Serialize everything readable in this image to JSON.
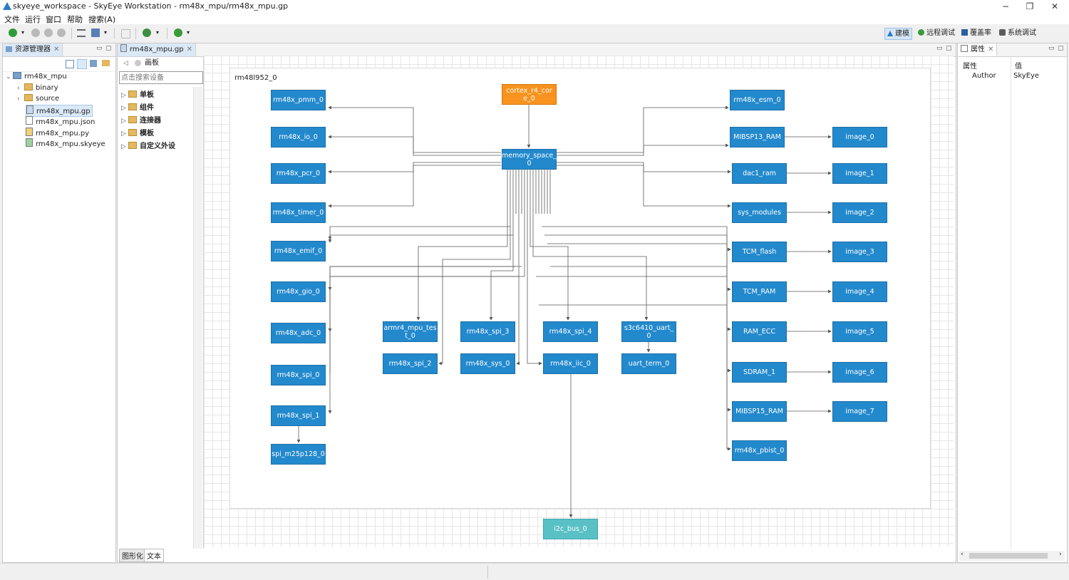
{
  "window": {
    "title": "skyeye_workspace - SkyEye Workstation - rm48x_mpu/rm48x_mpu.gp",
    "minimize": "−",
    "restore": "❐",
    "close": "✕"
  },
  "menu": [
    "文件",
    "运行",
    "窗口",
    "帮助",
    "搜索(A)"
  ],
  "perspectives": [
    {
      "label": "建模",
      "active": true
    },
    {
      "label": "远程调试",
      "active": false
    },
    {
      "label": "覆盖率",
      "active": false
    },
    {
      "label": "系统调试",
      "active": false
    }
  ],
  "explorer": {
    "tab": "资源管理器",
    "tree": [
      {
        "label": "rm48x_mpu",
        "level": 0,
        "icon": "project-icon",
        "expanded": true
      },
      {
        "label": "binary",
        "level": 1,
        "icon": "folder-icon",
        "expanded": false
      },
      {
        "label": "source",
        "level": 1,
        "icon": "folder-icon",
        "expanded": false
      },
      {
        "label": "rm48x_mpu.gp",
        "level": 1,
        "icon": "gp-file-icon",
        "selected": true
      },
      {
        "label": "rm48x_mpu.json",
        "level": 1,
        "icon": "json-file-icon"
      },
      {
        "label": "rm48x_mpu.py",
        "level": 1,
        "icon": "python-file-icon"
      },
      {
        "label": "rm48x_mpu.skyeye",
        "level": 1,
        "icon": "skyeye-file-icon"
      }
    ]
  },
  "editor": {
    "tab": "rm48x_mpu.gp",
    "palette": {
      "header": "画板",
      "search_placeholder": "点击搜索设备",
      "groups": [
        "单板",
        "组件",
        "连接器",
        "模板",
        "自定义外设"
      ]
    },
    "bottom_tabs": [
      "图形化",
      "文本"
    ],
    "board_label": "rm48l952_0"
  },
  "diagram": {
    "nodes": [
      {
        "id": "cortex",
        "label": "cortex_r4_core_0",
        "lines": [
          "cortex_r4_cor",
          "e_0"
        ],
        "color": "orange"
      },
      {
        "id": "mem",
        "lines": [
          "memory_space_",
          "0"
        ],
        "label": "memory_space_0"
      },
      {
        "id": "pmm",
        "lines": [
          "rm48x_pmm_0"
        ]
      },
      {
        "id": "io",
        "lines": [
          "rm48x_io_0"
        ]
      },
      {
        "id": "pcr",
        "lines": [
          "rm48x_pcr_0"
        ]
      },
      {
        "id": "timer",
        "lines": [
          "rm48x_timer_0"
        ]
      },
      {
        "id": "emif",
        "lines": [
          "rm48x_emif_0"
        ]
      },
      {
        "id": "gio",
        "lines": [
          "rm48x_gio_0"
        ]
      },
      {
        "id": "adc",
        "lines": [
          "rm48x_adc_0"
        ]
      },
      {
        "id": "spi0",
        "lines": [
          "rm48x_spi_0"
        ]
      },
      {
        "id": "spi1",
        "lines": [
          "rm48x_spi_1"
        ]
      },
      {
        "id": "m25",
        "lines": [
          "spi_m25p128_0"
        ]
      },
      {
        "id": "armr4",
        "lines": [
          "armr4_mpu_tes",
          "t_0"
        ]
      },
      {
        "id": "spi2",
        "lines": [
          "rm48x_spi_2"
        ]
      },
      {
        "id": "spi3",
        "lines": [
          "rm48x_spi_3"
        ]
      },
      {
        "id": "sys",
        "lines": [
          "rm48x_sys_0"
        ]
      },
      {
        "id": "spi4",
        "lines": [
          "rm48x_spi_4"
        ]
      },
      {
        "id": "iic",
        "lines": [
          "rm48x_iic_0"
        ]
      },
      {
        "id": "uart",
        "lines": [
          "s3c6410_uart_",
          "0"
        ]
      },
      {
        "id": "uterm",
        "lines": [
          "uart_term_0"
        ]
      },
      {
        "id": "i2c",
        "lines": [
          "i2c_bus_0"
        ],
        "color": "teal"
      },
      {
        "id": "esm",
        "lines": [
          "rm48x_esm_0"
        ]
      },
      {
        "id": "mib13",
        "lines": [
          "MIBSP13_RAM"
        ]
      },
      {
        "id": "dac1",
        "lines": [
          "dac1_ram"
        ]
      },
      {
        "id": "sysmod",
        "lines": [
          "sys_modules"
        ]
      },
      {
        "id": "tcmf",
        "lines": [
          "TCM_flash"
        ]
      },
      {
        "id": "tcmr",
        "lines": [
          "TCM_RAM"
        ]
      },
      {
        "id": "ramecc",
        "lines": [
          "RAM_ECC"
        ]
      },
      {
        "id": "sdram",
        "lines": [
          "SDRAM_1"
        ]
      },
      {
        "id": "mib15",
        "lines": [
          "MIBSP15_RAM"
        ]
      },
      {
        "id": "pbist",
        "lines": [
          "rm48x_pbist_0"
        ]
      },
      {
        "id": "img0",
        "lines": [
          "image_0"
        ]
      },
      {
        "id": "img1",
        "lines": [
          "image_1"
        ]
      },
      {
        "id": "img2",
        "lines": [
          "image_2"
        ]
      },
      {
        "id": "img3",
        "lines": [
          "image_3"
        ]
      },
      {
        "id": "img4",
        "lines": [
          "image_4"
        ]
      },
      {
        "id": "img5",
        "lines": [
          "image_5"
        ]
      },
      {
        "id": "img6",
        "lines": [
          "image_6"
        ]
      },
      {
        "id": "img7",
        "lines": [
          "image_7"
        ]
      }
    ]
  },
  "properties": {
    "tab": "属性",
    "col_property": "属性",
    "col_value": "值",
    "rows": [
      {
        "key": "Author",
        "value": "SkyEye"
      }
    ]
  }
}
